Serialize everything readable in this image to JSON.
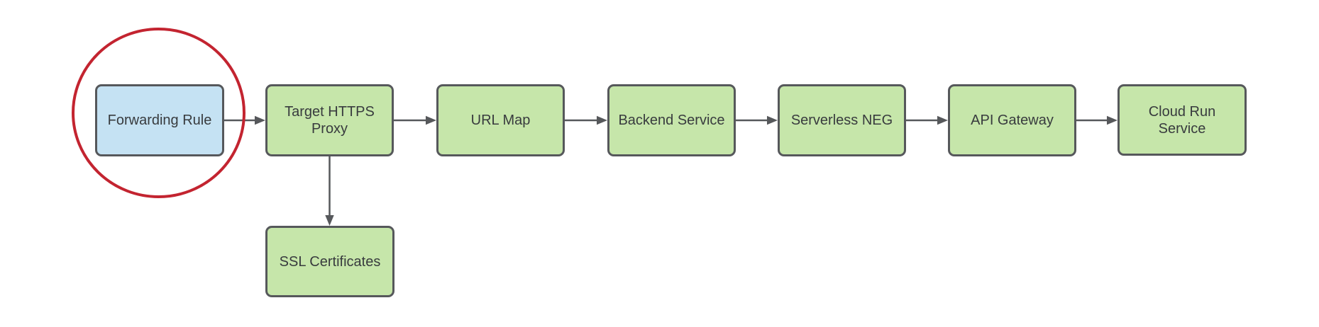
{
  "diagram": {
    "nodes": [
      {
        "id": "forwarding-rule",
        "label": "Forwarding Rule",
        "fill": "#c5e2f3",
        "highlighted": true
      },
      {
        "id": "target-https-proxy",
        "label": "Target HTTPS Proxy",
        "fill": "#c6e6aa",
        "highlighted": false
      },
      {
        "id": "url-map",
        "label": "URL Map",
        "fill": "#c6e6aa",
        "highlighted": false
      },
      {
        "id": "backend-service",
        "label": "Backend Service",
        "fill": "#c6e6aa",
        "highlighted": false
      },
      {
        "id": "serverless-neg",
        "label": "Serverless NEG",
        "fill": "#c6e6aa",
        "highlighted": false
      },
      {
        "id": "api-gateway",
        "label": "API Gateway",
        "fill": "#c6e6aa",
        "highlighted": false
      },
      {
        "id": "cloud-run-service",
        "label": "Cloud Run Service",
        "fill": "#c6e6aa",
        "highlighted": false
      },
      {
        "id": "ssl-certificates",
        "label": "SSL Certificates",
        "fill": "#c6e6aa",
        "highlighted": false
      }
    ],
    "edges": [
      {
        "from": "Forwarding Rule",
        "to": "Target HTTPS Proxy",
        "direction": "right"
      },
      {
        "from": "Target HTTPS Proxy",
        "to": "URL Map",
        "direction": "right"
      },
      {
        "from": "URL Map",
        "to": "Backend Service",
        "direction": "right"
      },
      {
        "from": "Backend Service",
        "to": "Serverless NEG",
        "direction": "right"
      },
      {
        "from": "Serverless NEG",
        "to": "API Gateway",
        "direction": "right"
      },
      {
        "from": "API Gateway",
        "to": "Cloud Run Service",
        "direction": "right"
      },
      {
        "from": "Target HTTPS Proxy",
        "to": "SSL Certificates",
        "direction": "down"
      }
    ],
    "annotation": {
      "type": "circle-highlight",
      "around": "Forwarding Rule",
      "color": "#c32430"
    },
    "colors": {
      "node_green": "#c6e6aa",
      "node_blue": "#c5e2f3",
      "border": "#56585b",
      "arrow": "#56585b",
      "highlight": "#c32430",
      "text": "#383b3e",
      "background": "#ffffff"
    }
  }
}
